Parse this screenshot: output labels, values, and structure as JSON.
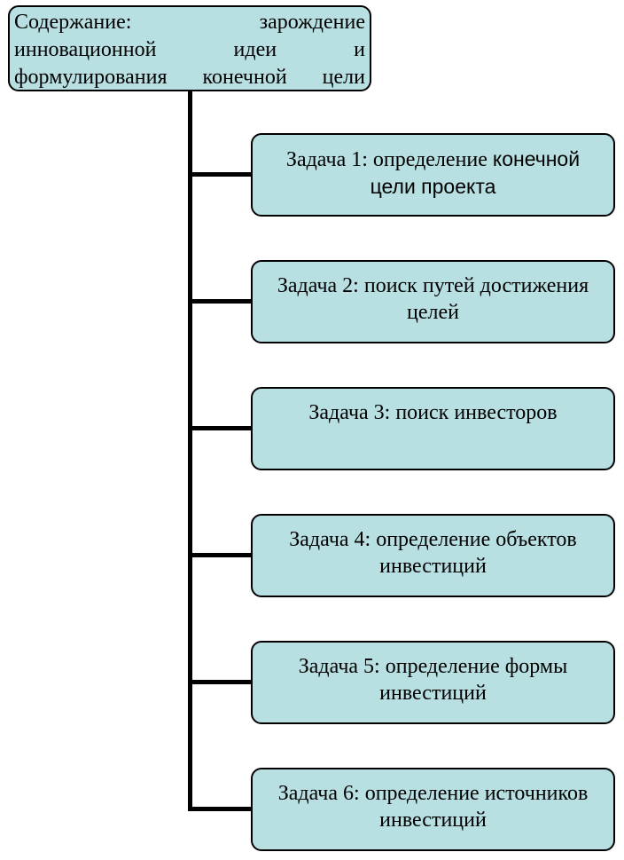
{
  "root": {
    "text": "Содержание: зарождение инновационной идеи и формулирования конечной цели"
  },
  "tasks": [
    {
      "prefix": "Задача 1: определение ",
      "suffix": "конечной цели проекта"
    },
    {
      "prefix": "Задача 2: поиск путей достижения целей",
      "suffix": ""
    },
    {
      "prefix": "Задача 3: поиск инвесторов",
      "suffix": ""
    },
    {
      "prefix": "Задача 4: определение объектов инвестиций",
      "suffix": ""
    },
    {
      "prefix": "Задача 5: определение формы инвестиций",
      "suffix": ""
    },
    {
      "prefix": "Задача 6: определение источников инвестиций",
      "suffix": ""
    }
  ],
  "colors": {
    "box_fill": "#b8dfe1",
    "stroke": "#000000"
  }
}
